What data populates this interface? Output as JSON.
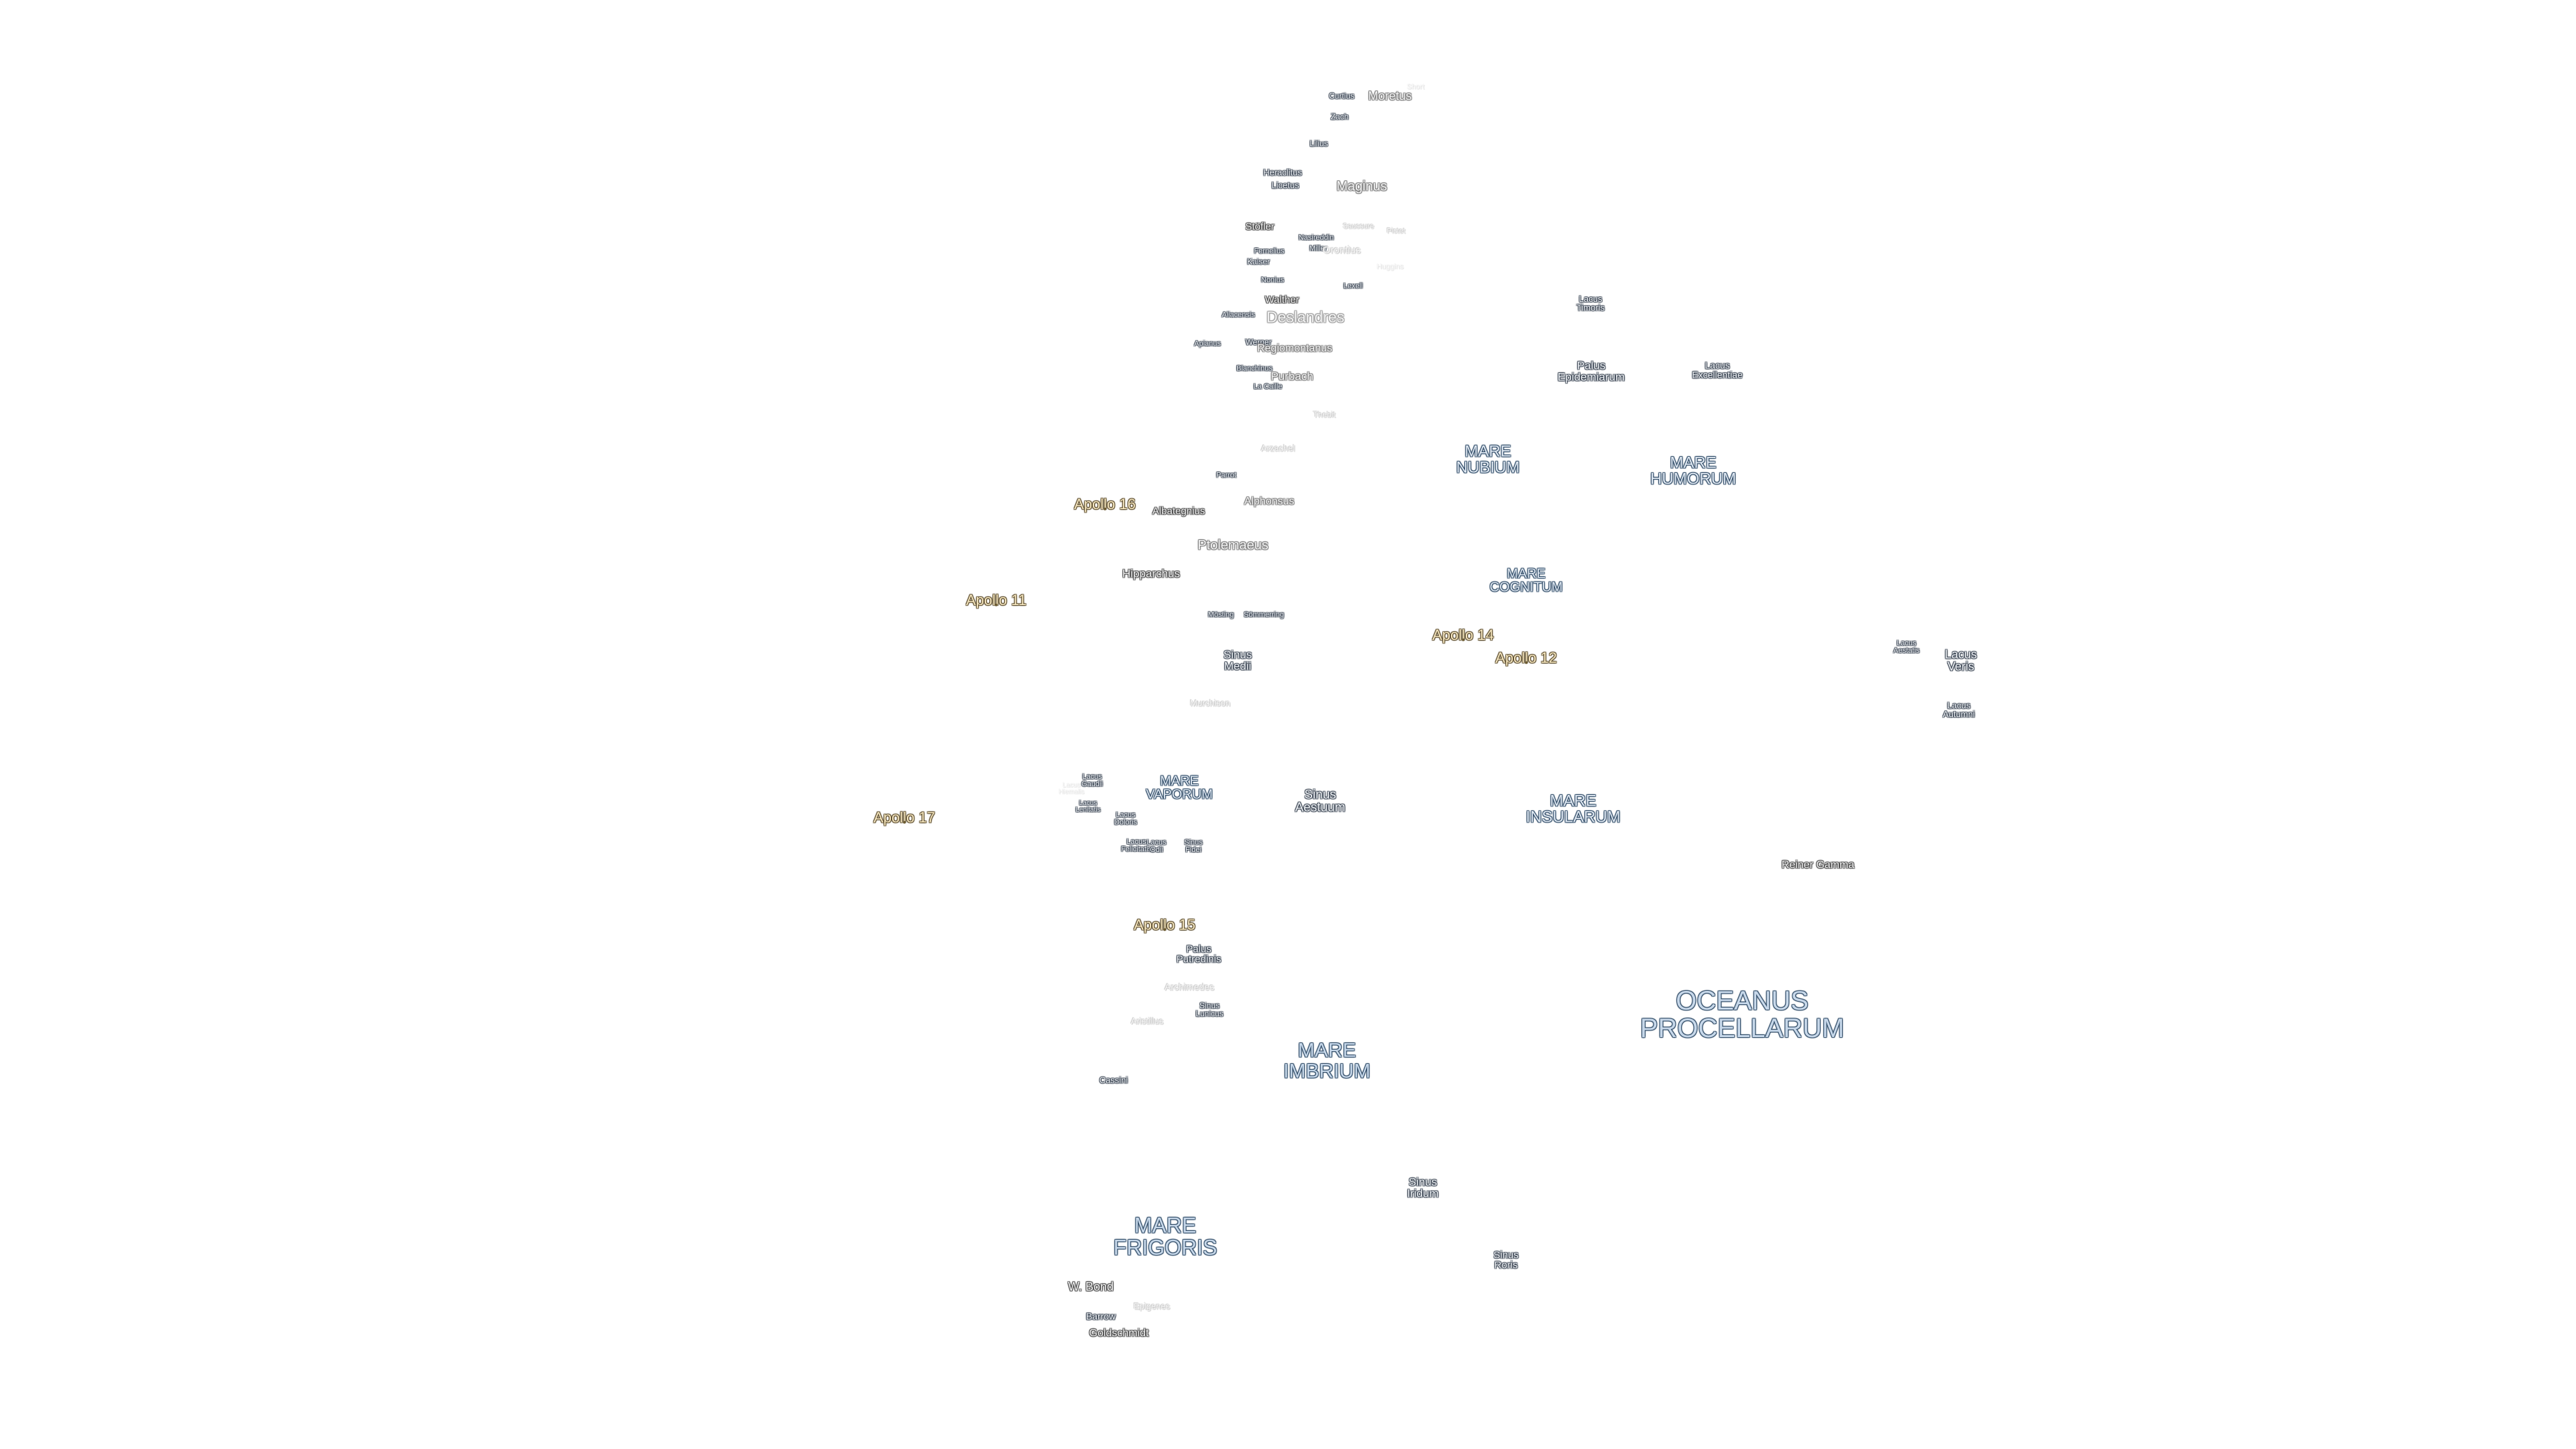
{
  "map": {
    "background": "#ffffff",
    "label_colors": {
      "mare_fill": "#c7d8ea",
      "mare_outline": "#2e4a66",
      "crater_outline": "#444444",
      "apollo_fill": "#f6e7c0",
      "apollo_outline": "#5a4a2a"
    }
  },
  "labels": {
    "curtius": "Curtius",
    "moretus": "Moretus",
    "short": "Short",
    "zach": "Zach",
    "lilius": "Lilius",
    "heraclitus": "Heraclitus",
    "licetus": "Licetus",
    "maginus": "Maginus",
    "stofler": "Stöfler",
    "fernelius": "Fernelius",
    "kaiser": "Kaiser",
    "nasireddin": "Nasireddin",
    "miller": "Miller",
    "orontius": "Orontius",
    "saussure": "Saussure",
    "pictet": "Pictet",
    "huggins": "Huggins",
    "nonius": "Nonius",
    "walther": "Walther",
    "lexell": "Lexell",
    "aliacensis": "Aliacensis",
    "deslandres": "Deslandres",
    "apianus": "Apianus",
    "werner": "Werner",
    "regiomontanus": "Regiomontanus",
    "blanchinus": "Blanchinus",
    "purbach": "Purbach",
    "lacaille": "La Caille",
    "thebit": "Thebit",
    "arzachel": "Arzachel",
    "parrot": "Parrot",
    "albategnius": "Albategnius",
    "alphonsus": "Alphonsus",
    "ptolemaeus": "Ptolemaeus",
    "hipparchus": "Hipparchus",
    "mosting": "Mösting",
    "sommerring": "Sömmerring",
    "murchison": "Murchison",
    "archimedes": "Archimedes",
    "aristillus": "Aristillus",
    "cassini": "Cassini",
    "wbond": "W. Bond",
    "barrow": "Barrow",
    "epigenes": "Epigenes",
    "goldschmidt": "Goldschmidt",
    "reiner_gamma": "Reiner Gamma",
    "oceanus_procellarum": "OCEANUS\nPROCELLARUM",
    "mare_imbrium": "MARE\nIMBRIUM",
    "mare_frigoris": "MARE\nFRIGORIS",
    "mare_nubium": "MARE\nNUBIUM",
    "mare_humorum": "MARE\nHUMORUM",
    "mare_cognitum": "MARE\nCOGNITUM",
    "mare_insularum": "MARE\nINSULARUM",
    "mare_vaporum": "MARE\nVAPORUM",
    "sinus_medii": "Sinus\nMedii",
    "sinus_aestuum": "Sinus\nAestuum",
    "sinus_iridum": "Sinus\nIridum",
    "sinus_roris": "Sinus\nRoris",
    "sinus_lunicus": "Sinus\nLunicus",
    "sinus_fidei": "Sinus\nFidei",
    "palus_epidemiarum": "Palus\nEpidemiarum",
    "palus_putredinis": "Palus\nPutredinis",
    "lacus_timoris": "Lacus\nTimoris",
    "lacus_excellentiae": "Lacus\nExcellentiae",
    "lacus_veris": "Lacus\nVeris",
    "lacus_autumni": "Lacus\nAutumni",
    "lacus_aestatis": "Lacus\nAestatis",
    "lacus_doloris": "Lacus\nDoloris",
    "lacus_gaudii": "Lacus\nGaudii",
    "lacus_hiemalis": "Lacus\nHiemalis",
    "lacus_lenitatis": "Lacus\nLenitatis",
    "lacus_odii": "Lacus\nOdii",
    "lacus_felicitatis": "Lacus\nFelicitatis",
    "apollo_11": "Apollo 11",
    "apollo_12": "Apollo 12",
    "apollo_14": "Apollo 14",
    "apollo_15": "Apollo 15",
    "apollo_16": "Apollo 16",
    "apollo_17": "Apollo 17"
  }
}
